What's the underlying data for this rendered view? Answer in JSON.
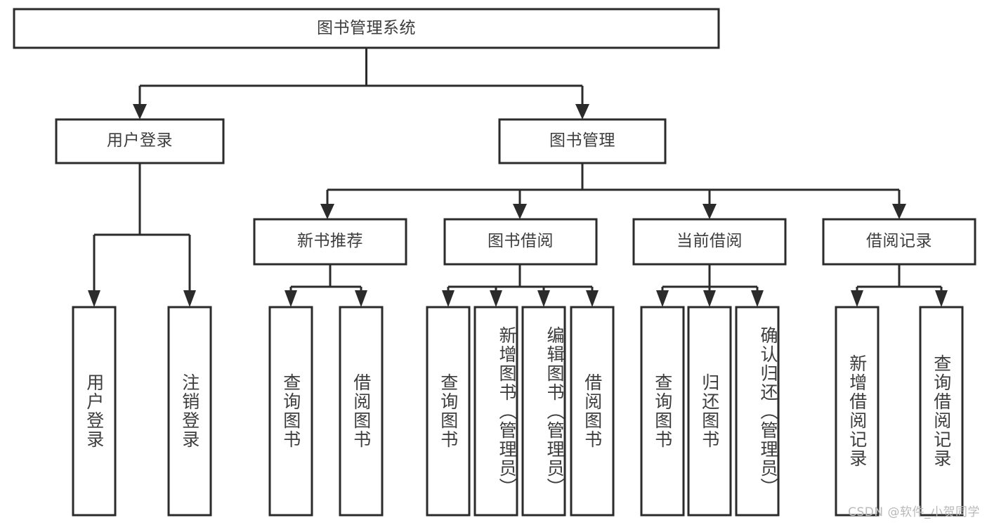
{
  "diagram": {
    "title": "图书管理系统",
    "watermark": "CSDN @软件_小贺同学",
    "colors": {
      "stroke": "#2b2b2b",
      "fill": "#ffffff",
      "text": "#3d3d3d",
      "watermark": "#b9b9b9"
    },
    "root": {
      "label": "图书管理系统"
    },
    "level1": [
      {
        "label": "用户登录"
      },
      {
        "label": "图书管理"
      }
    ],
    "level2": [
      {
        "label": "新书推荐"
      },
      {
        "label": "图书借阅"
      },
      {
        "label": "当前借阅"
      },
      {
        "label": "借阅记录"
      }
    ],
    "leaves": {
      "user_login": [
        {
          "label": "用户登录"
        },
        {
          "label": "注销登录"
        }
      ],
      "new_book_recommend": [
        {
          "label": "查询图书"
        },
        {
          "label": "借阅图书"
        }
      ],
      "book_borrow": [
        {
          "label": "查询图书"
        },
        {
          "label": "新增图书（管理员）"
        },
        {
          "label": "编辑图书（管理员）"
        },
        {
          "label": "借阅图书"
        }
      ],
      "current_borrow": [
        {
          "label": "查询图书"
        },
        {
          "label": "归还图书"
        },
        {
          "label": "确认归还（管理员）"
        }
      ],
      "borrow_record": [
        {
          "label": "新增借阅记录"
        },
        {
          "label": "查询借阅记录"
        }
      ]
    }
  }
}
